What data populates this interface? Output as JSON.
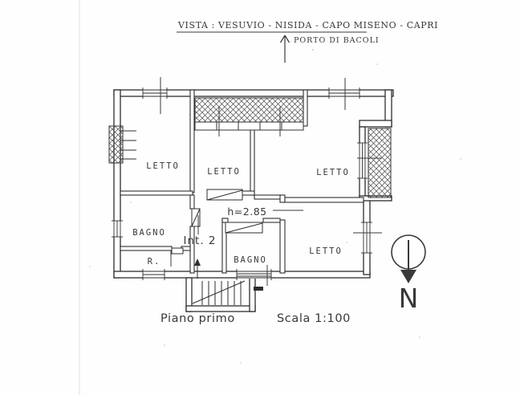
{
  "annotations": {
    "vista_label": "VISTA : VESUVIO - NISIDA - CAPO MISENO - CAPRI",
    "porto_label": "PORTO DI BACOLI"
  },
  "rooms": {
    "letto_top_left": "LETTO",
    "letto_top_middle": "LETTO",
    "letto_top_right": "LETTO",
    "letto_bottom_right": "LETTO",
    "bagno_left": "BAGNO",
    "bagno_center": "BAGNO",
    "storage": "R.",
    "unit": "Int. 2",
    "ceiling_height": "h=2.85"
  },
  "compass": {
    "north_label": "N"
  },
  "footer": {
    "floor_label": "Piano primo",
    "scale_label": "Scala 1:100"
  },
  "colors": {
    "ink": "#2e2e2e",
    "paper": "#ffffff"
  }
}
